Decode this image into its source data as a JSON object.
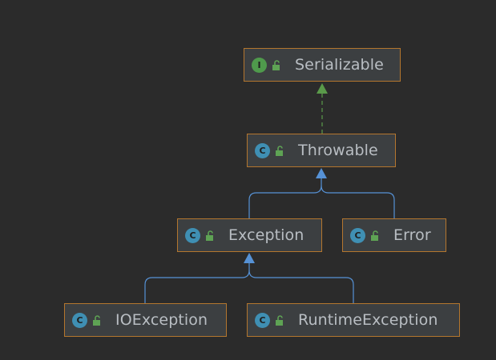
{
  "diagram": {
    "nodes": [
      {
        "id": "serializable",
        "kind": "interface",
        "badge": "I",
        "label": "Serializable"
      },
      {
        "id": "throwable",
        "kind": "class",
        "badge": "C",
        "label": "Throwable"
      },
      {
        "id": "exception",
        "kind": "class",
        "badge": "C",
        "label": "Exception"
      },
      {
        "id": "error",
        "kind": "class",
        "badge": "C",
        "label": "Error"
      },
      {
        "id": "ioexception",
        "kind": "class",
        "badge": "C",
        "label": "IOException"
      },
      {
        "id": "runtimeexception",
        "kind": "class",
        "badge": "C",
        "label": "RuntimeException"
      }
    ],
    "edges": [
      {
        "from": "throwable",
        "to": "serializable",
        "type": "implements"
      },
      {
        "from": "exception",
        "to": "throwable",
        "type": "extends"
      },
      {
        "from": "error",
        "to": "throwable",
        "type": "extends"
      },
      {
        "from": "ioexception",
        "to": "exception",
        "type": "extends"
      },
      {
        "from": "runtimeexception",
        "to": "exception",
        "type": "extends"
      }
    ],
    "icons": {
      "access": "unlocked-padlock-icon"
    },
    "colors": {
      "background": "#2b2b2b",
      "node_fill": "#3c3f41",
      "node_border": "#b4762e",
      "text": "#b9bec3",
      "interface_badge": "#4f9a4c",
      "class_badge": "#3f8fb3",
      "lock_icon": "#5ea354",
      "extends_edge": "#5692d6",
      "implements_edge": "#5a9a4a"
    }
  }
}
